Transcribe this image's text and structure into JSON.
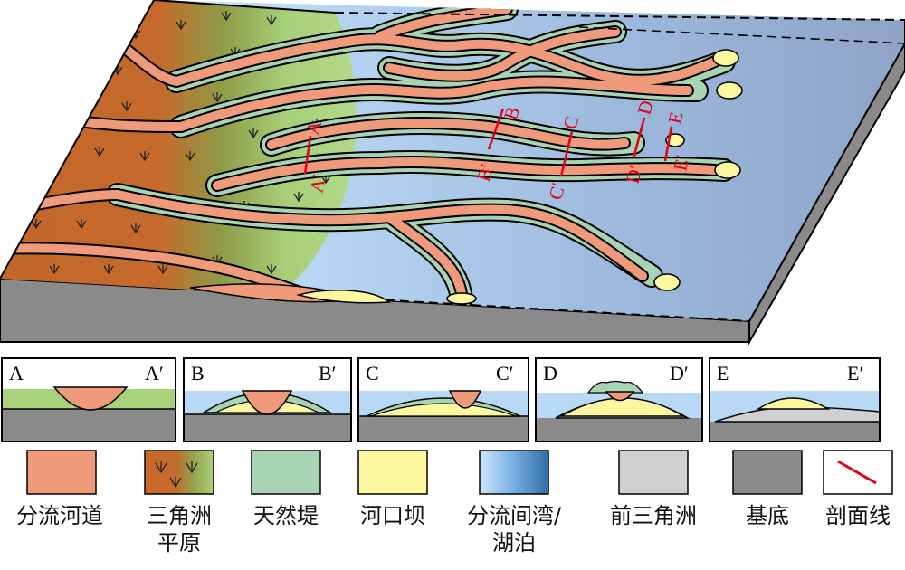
{
  "sections": [
    {
      "left": "A",
      "right": "A′"
    },
    {
      "left": "B",
      "right": "B′"
    },
    {
      "left": "C",
      "right": "C′"
    },
    {
      "left": "D",
      "right": "D′"
    },
    {
      "left": "E",
      "right": "E′"
    }
  ],
  "map_labels": {
    "a": "A",
    "a_prime": "A′",
    "b": "B",
    "b_prime": "B′",
    "c": "C",
    "c_prime": "C′",
    "d": "D",
    "d_prime": "D′",
    "e": "E",
    "e_prime": "E′"
  },
  "legend": [
    {
      "line1": "分流河道",
      "line2": ""
    },
    {
      "line1": "三角洲",
      "line2": "平原"
    },
    {
      "line1": "天然堤",
      "line2": ""
    },
    {
      "line1": "河口坝",
      "line2": ""
    },
    {
      "line1": "分流间湾/",
      "line2": "湖泊"
    },
    {
      "line1": "前三角洲",
      "line2": ""
    },
    {
      "line1": "基底",
      "line2": ""
    },
    {
      "line1": "剖面线",
      "line2": ""
    }
  ],
  "colors": {
    "channel": "#ef9a7a",
    "delta_plain_brown": "#c8682a",
    "delta_plain_green": "#a9d27a",
    "levee": "#a8d4b4",
    "mouth_bar": "#fdf7a0",
    "bay_light": "#cfe6fb",
    "bay_dark": "#2f6ea8",
    "prodelta": "#d0d0d0",
    "basement": "#8a8a8a",
    "section_line": "#e2001a"
  }
}
